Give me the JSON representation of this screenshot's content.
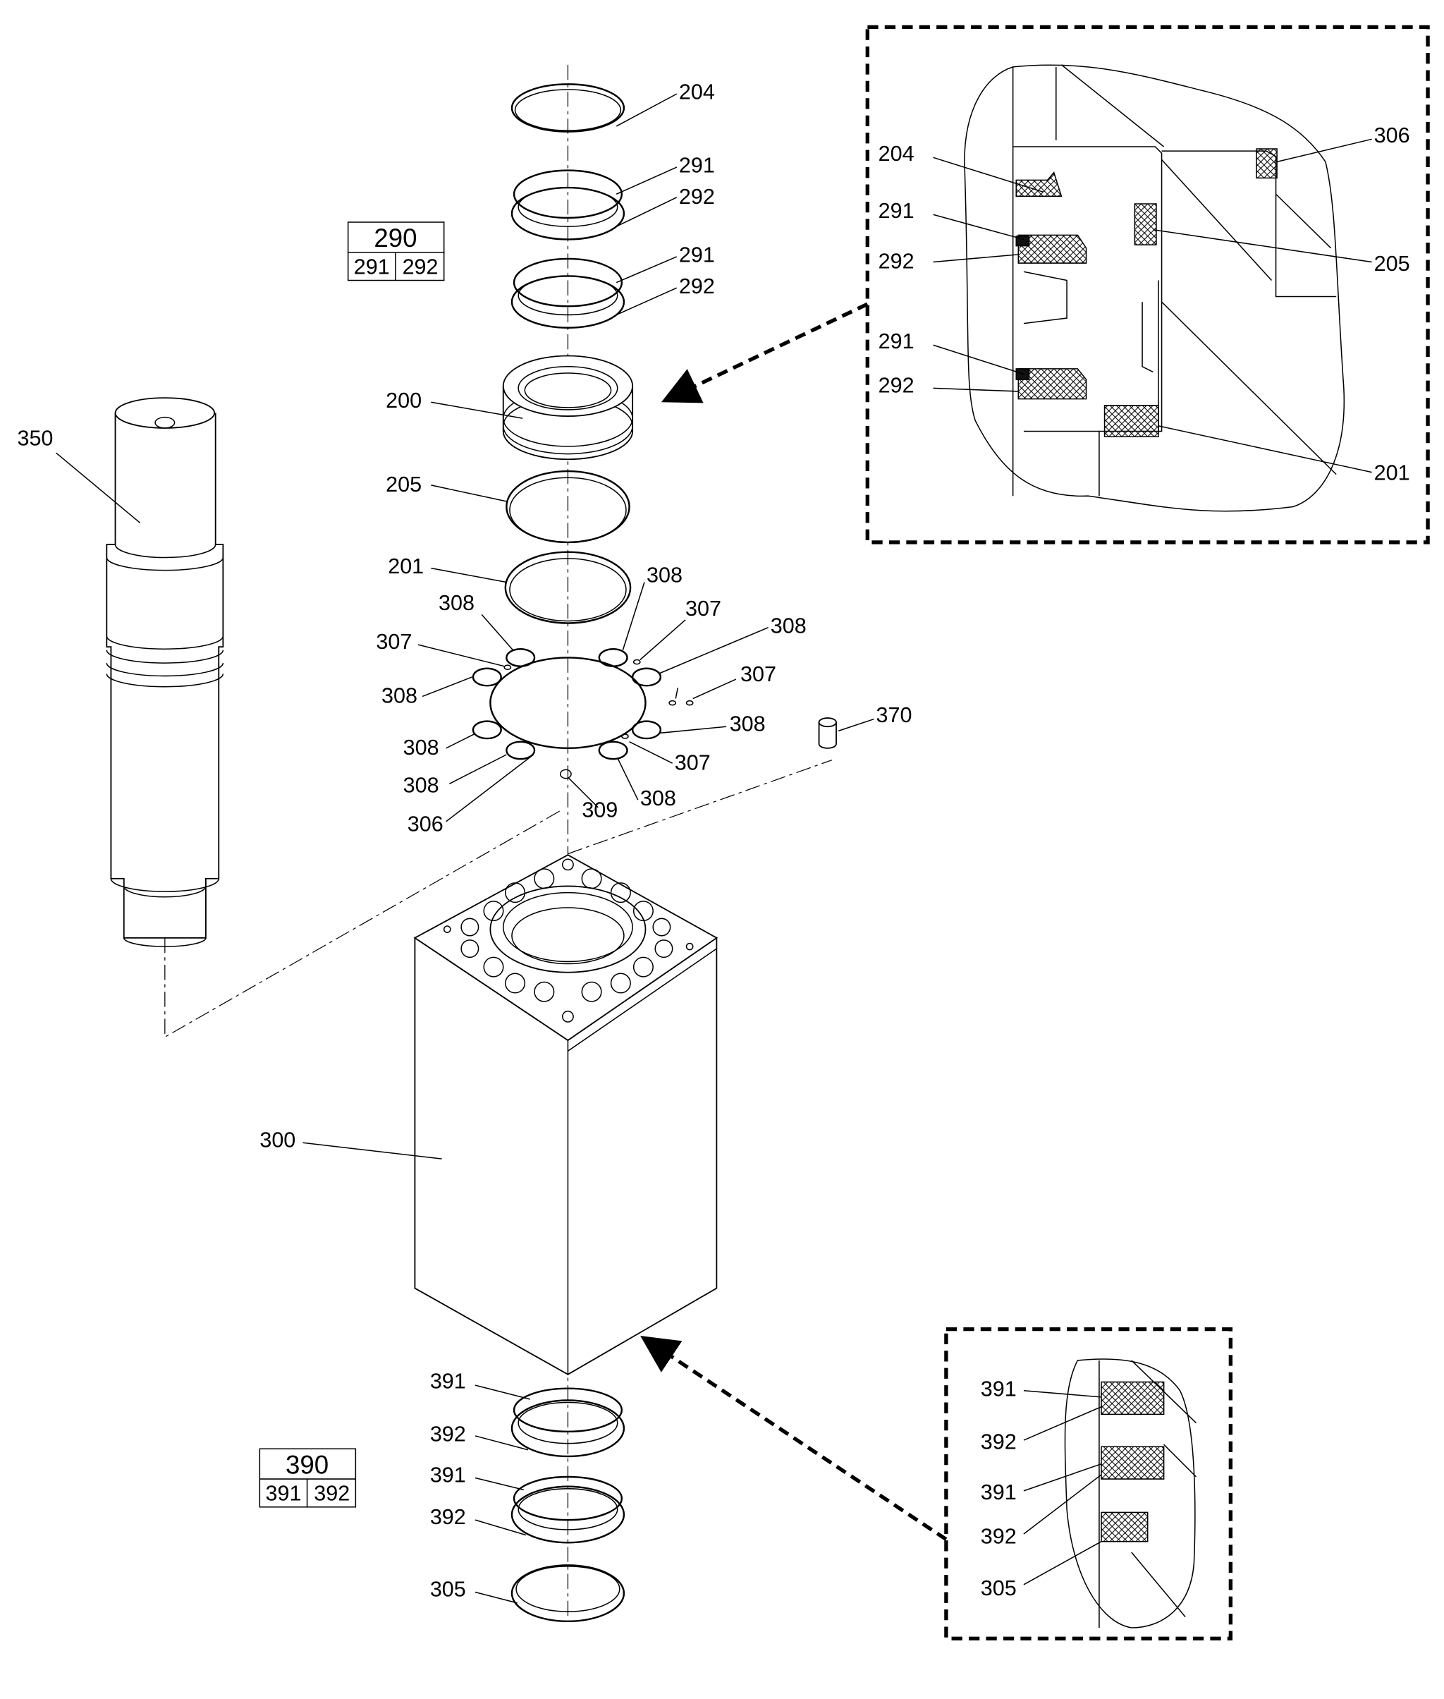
{
  "labels": {
    "main": [
      "204",
      "291",
      "292",
      "291",
      "292",
      "200",
      "205",
      "201",
      "308",
      "308",
      "307",
      "307",
      "308",
      "307",
      "308",
      "370",
      "308",
      "308",
      "307",
      "308",
      "309",
      "308",
      "306",
      "350",
      "300",
      "391",
      "392",
      "391",
      "392",
      "305"
    ],
    "inset_top": [
      "204",
      "291",
      "292",
      "291",
      "292",
      "306",
      "205",
      "201"
    ],
    "inset_bottom": [
      "391",
      "392",
      "391",
      "392",
      "305"
    ]
  },
  "kits": [
    {
      "title": "290",
      "parts": [
        "291",
        "292"
      ]
    },
    {
      "title": "390",
      "parts": [
        "391",
        "392"
      ]
    }
  ]
}
